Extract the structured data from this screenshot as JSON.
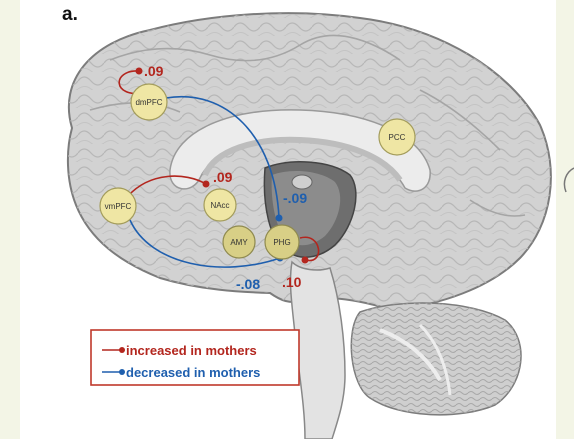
{
  "panel_label": "a.",
  "regions": {
    "dmpfc": "dmPFC",
    "pcc": "PCC",
    "vmpfc": "vmPFC",
    "nacc": "NAcc",
    "amy": "AMY",
    "phg": "PHG"
  },
  "connections": {
    "dmpfc_self": ".09",
    "vmpfc_nacc": ".09",
    "dmpfc_phg": "-.09",
    "vmpfc_phg": "-.08",
    "phg_self": ".10"
  },
  "legend": {
    "increased": "increased in mothers",
    "decreased": "decreased in mothers"
  },
  "colors": {
    "increased": "#b3261e",
    "decreased": "#1f5fae",
    "roi_fill": "#efe6a4",
    "brain": "#d3d3d3"
  }
}
